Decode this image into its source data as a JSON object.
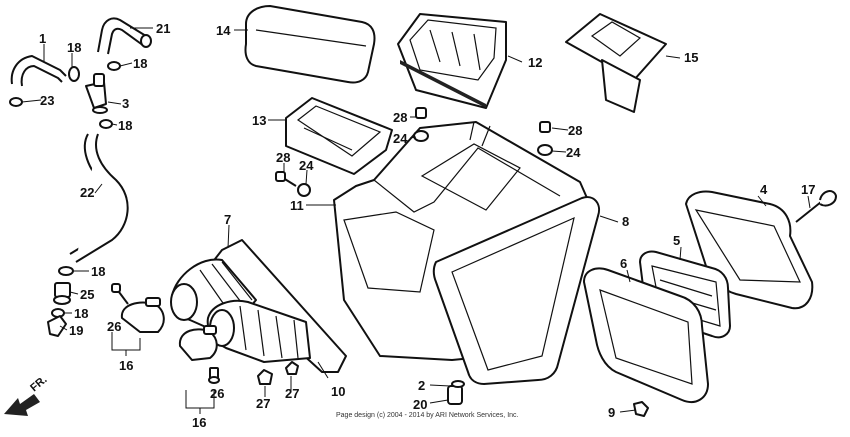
{
  "parts": {
    "p1": "1",
    "p2": "2",
    "p3": "3",
    "p4": "4",
    "p5": "5",
    "p6": "6",
    "p7": "7",
    "p8": "8",
    "p9": "9",
    "p10": "10",
    "p11": "11",
    "p12": "12",
    "p13": "13",
    "p14": "14",
    "p15": "15",
    "p16": "16",
    "p17": "17",
    "p18": "18",
    "p19": "19",
    "p20": "20",
    "p21": "21",
    "p22": "22",
    "p23": "23",
    "p24": "24",
    "p25": "25",
    "p26": "26",
    "p27": "27",
    "p28": "28"
  },
  "direction_label": "FR.",
  "copyright": "Page design (c) 2004 - 2014 by ARI Network Services, Inc."
}
